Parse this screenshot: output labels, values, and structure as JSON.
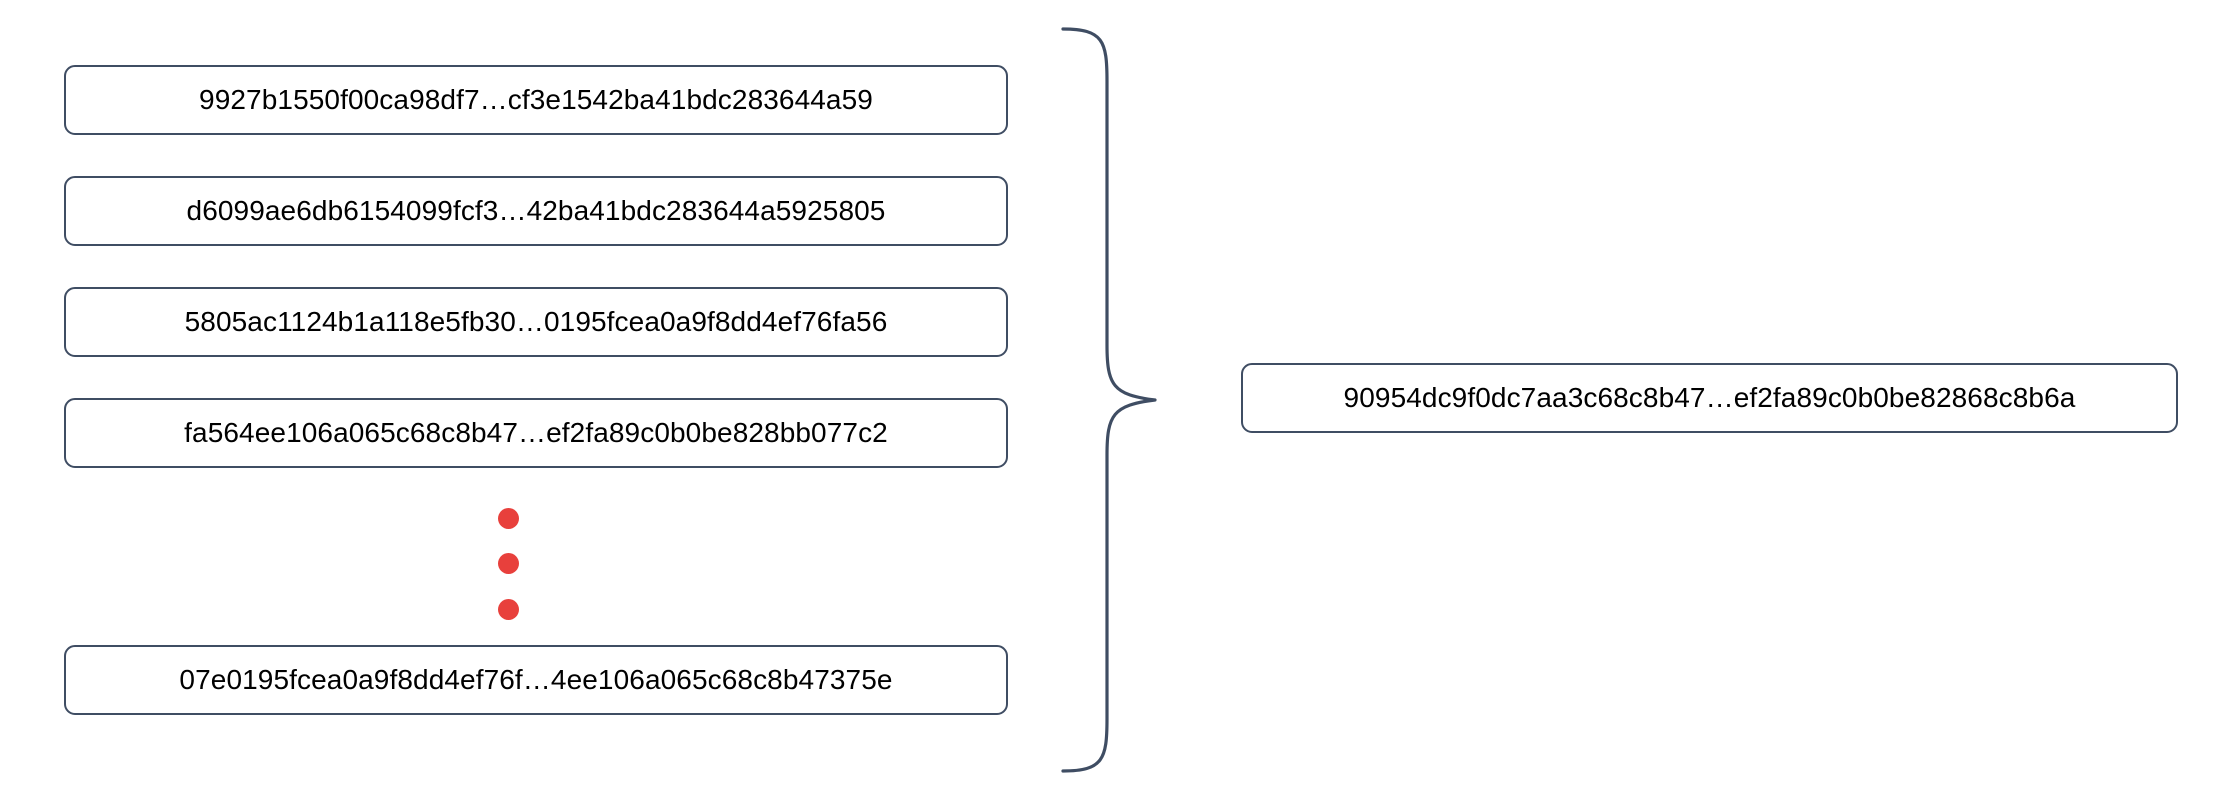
{
  "diagram": {
    "title": "hash-aggregation-diagram",
    "colors": {
      "box_border": "#3f4d63",
      "box_background": "#ffffff",
      "text": "#000000",
      "dot": "#e8403c",
      "brace": "#3f4d63",
      "page_background": "#ffffff"
    },
    "inputs": {
      "group_label": "input-hash-list",
      "items": [
        {
          "id": "hash-1",
          "text": "9927b1550f00ca98df7…cf3e1542ba41bdc283644a59"
        },
        {
          "id": "hash-2",
          "text": "d6099ae6db6154099fcf3…42ba41bdc283644a5925805"
        },
        {
          "id": "hash-3",
          "text": "5805ac1124b1a118e5fb30…0195fcea0a9f8dd4ef76fa56"
        },
        {
          "id": "hash-4",
          "text": "fa564ee106a065c68c8b47…ef2fa89c0b0be828bb077c2"
        },
        {
          "id": "hash-last",
          "text": "07e0195fcea0a9f8dd4ef76f…4ee106a065c68c8b47375e"
        }
      ],
      "ellipsis": {
        "label": "vertical-ellipsis",
        "dot_count": 3,
        "glyph": "•"
      }
    },
    "connector": {
      "label": "right-curly-brace",
      "glyph": "}"
    },
    "output": {
      "group_label": "aggregated-hash",
      "item": {
        "id": "hash-root",
        "text": "90954dc9f0dc7aa3c68c8b47…ef2fa89c0b0be82868c8b6a"
      }
    }
  }
}
